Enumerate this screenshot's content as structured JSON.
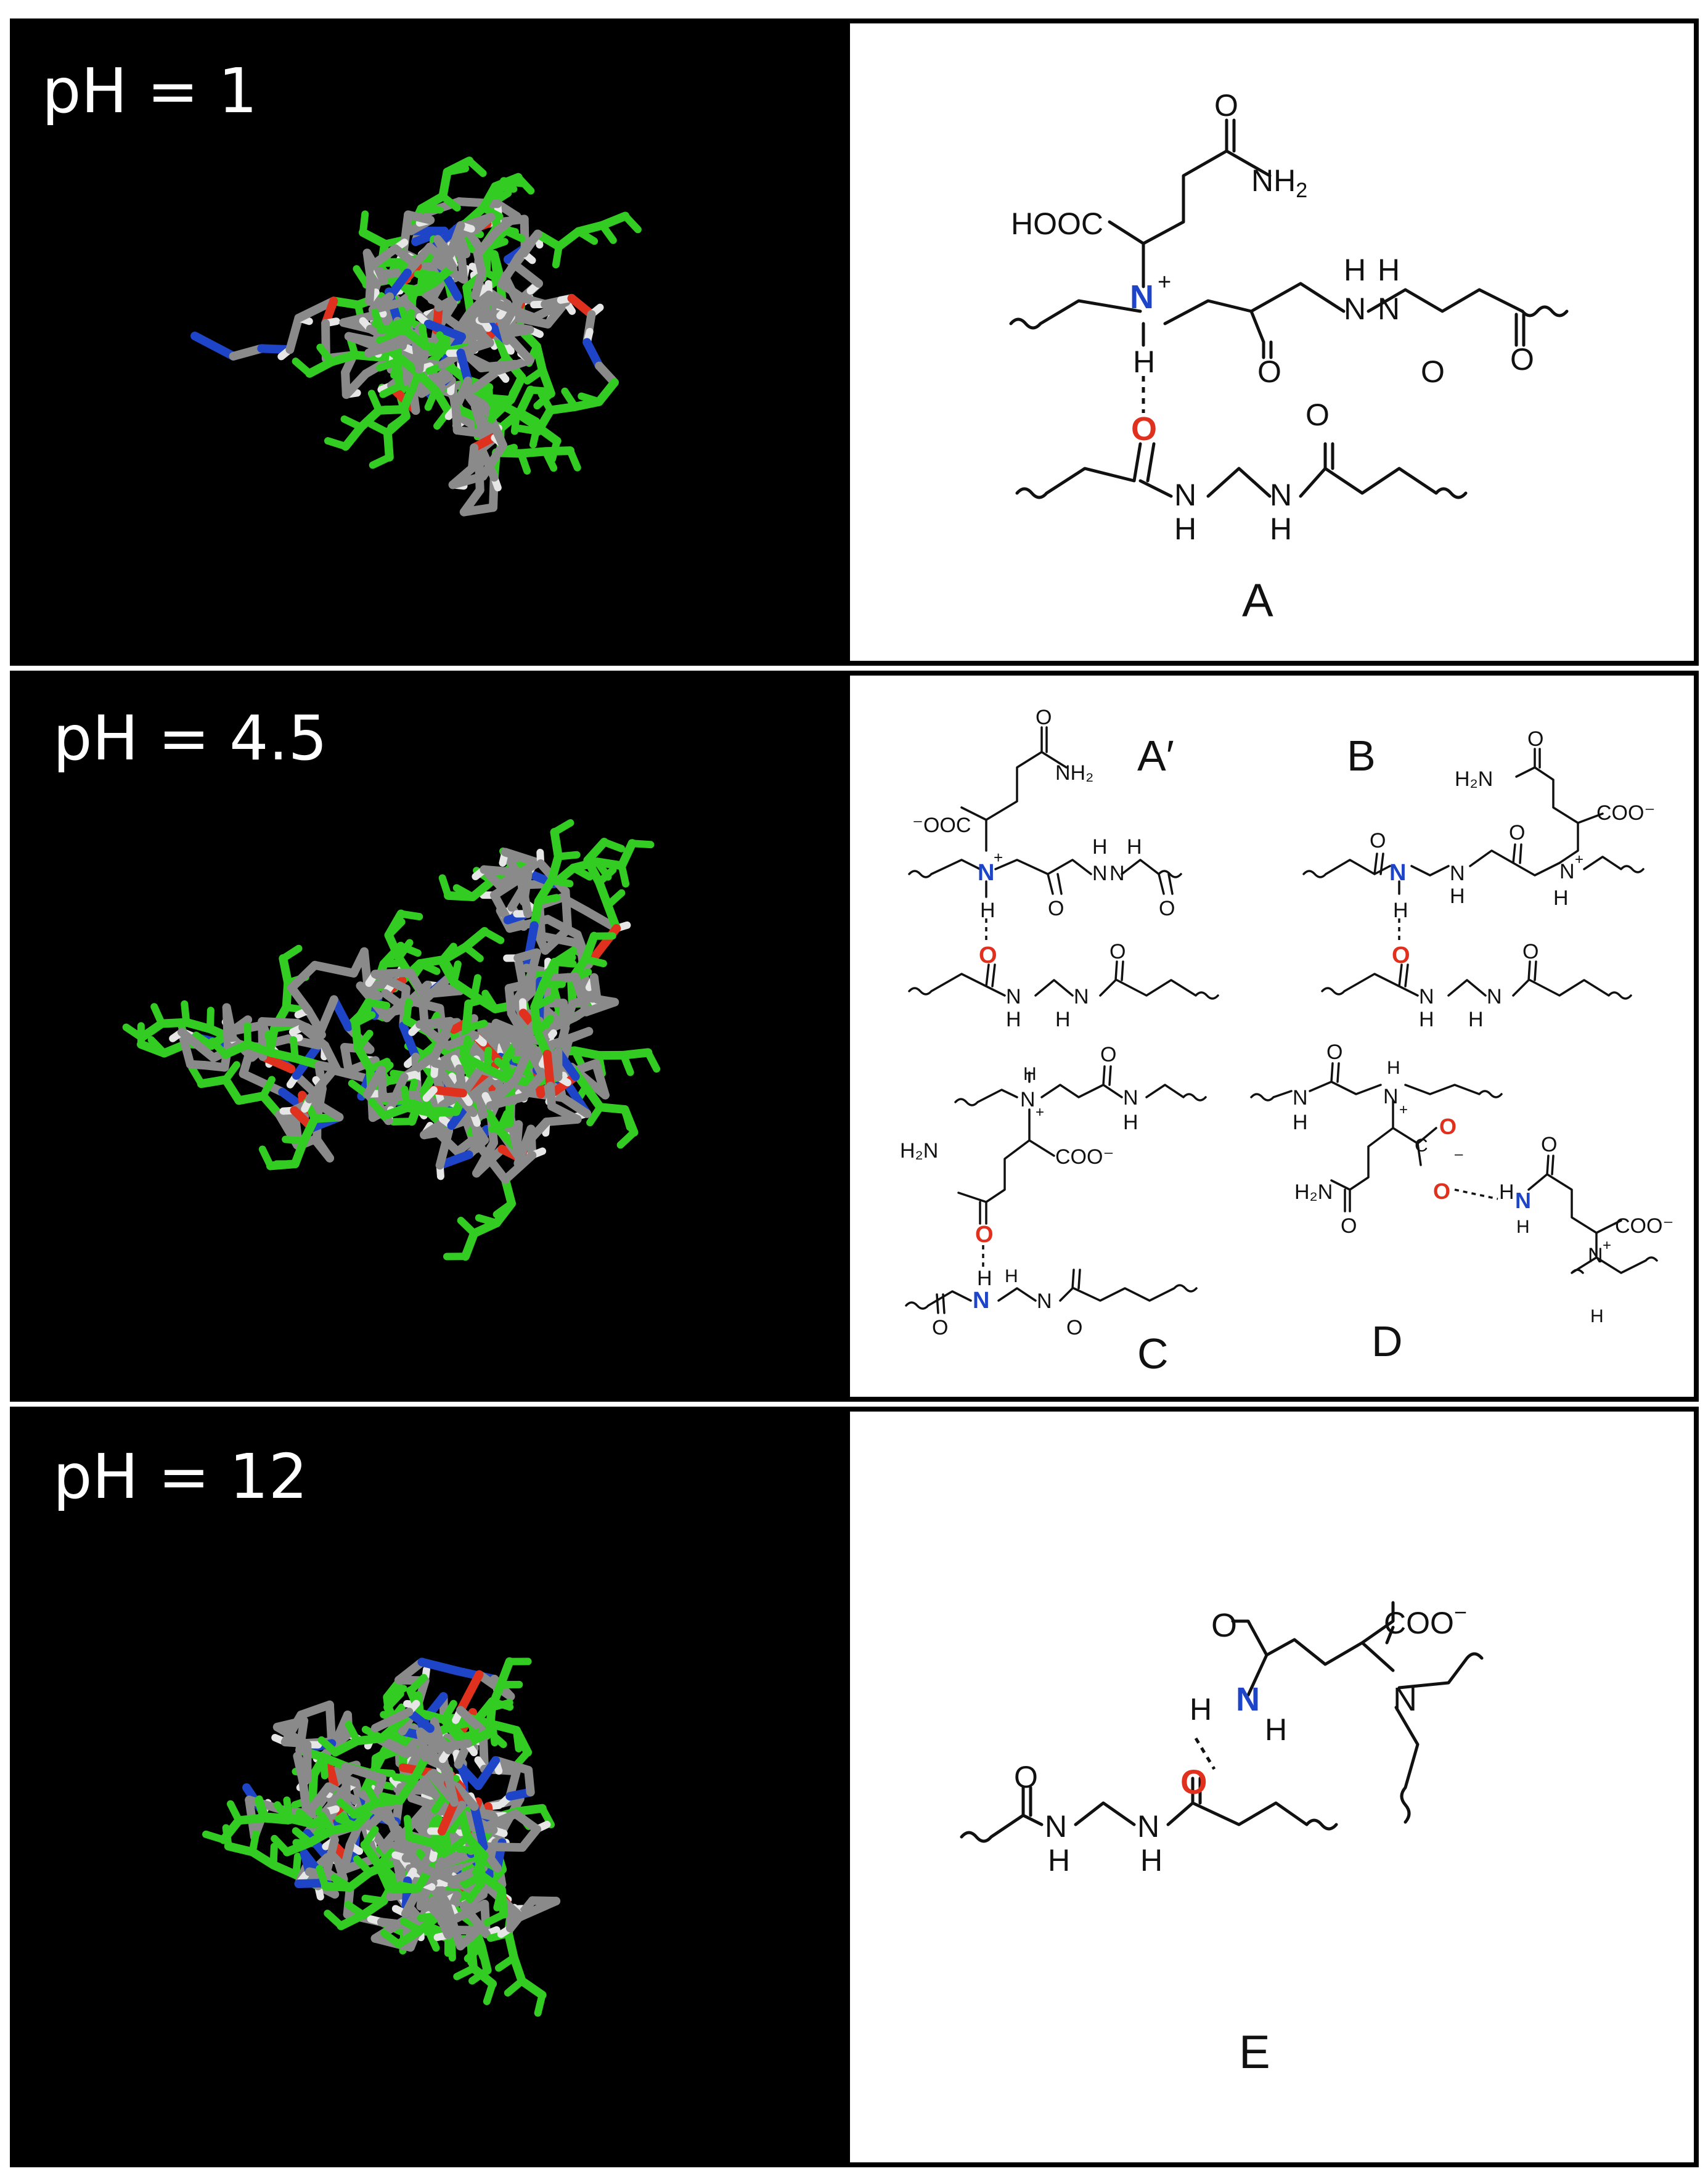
{
  "panels": [
    {
      "ph_label": "pH = 1",
      "structure_labels": [
        "A"
      ],
      "atom_labels": {
        "cooh": "HOOC",
        "nh2": "NH",
        "nh2_sub": "2",
        "n_plus": "N",
        "plus": "+",
        "h": "H",
        "o": "O",
        "nh": "N",
        "nh_h": "H"
      }
    },
    {
      "ph_label": "pH = 4.5",
      "structure_labels": [
        "A′",
        "B",
        "C",
        "D"
      ],
      "atom_labels": {
        "coo_left": "⁻OOC",
        "coo_right": "COO⁻",
        "nh2": "NH₂",
        "h2n": "H₂N",
        "o": "O",
        "n": "N",
        "h": "H",
        "plus": "+",
        "c": "C",
        "minus": "–"
      }
    },
    {
      "ph_label": "pH = 12",
      "structure_labels": [
        "E"
      ],
      "atom_labels": {
        "coo": "COO",
        "minus": "−",
        "o": "O",
        "n": "N",
        "h": "H"
      }
    }
  ],
  "colors": {
    "background_left": "#000000",
    "carbon_sticks": "#8a8a8a",
    "substituent_sticks": "#33cc22",
    "nitrogen": "#1e44c8",
    "oxygen": "#e0301e",
    "hydrogen": "#e6e6e6",
    "border": "#000000"
  }
}
